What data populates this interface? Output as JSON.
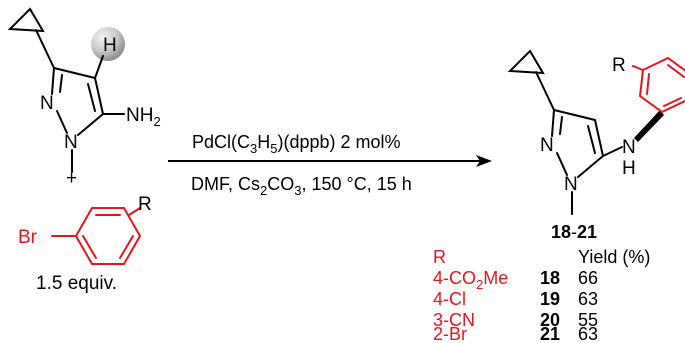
{
  "colors": {
    "black": "#000000",
    "accent": "#e8141a",
    "sphere_light": "#f2f2f2",
    "sphere_dark": "#9a9a9a"
  },
  "reactant_pyrazole": {
    "h_label": "H",
    "n2_label": "N",
    "n1_label": "N",
    "nh2_main": "NH",
    "nh2_sub": "2"
  },
  "plus_sign": "+",
  "bromoarene": {
    "br_label": "Br",
    "r_label": "R",
    "equiv_label": "1.5 equiv."
  },
  "conditions": {
    "catalyst_main": "PdCl(C",
    "catalyst_sub1": "3",
    "catalyst_mid": "H",
    "catalyst_sub2": "5",
    "catalyst_tail": ")(dppb)  2 mol%",
    "solvent_main": "DMF, Cs",
    "solvent_sub1": "2",
    "solvent_mid": "CO",
    "solvent_sub2": "3",
    "solvent_tail": ", 150 °C, 15 h"
  },
  "product": {
    "r_label": "R",
    "n2_label": "N",
    "n1_label": "N",
    "nh_n": "N",
    "nh_h": "H",
    "compound_start": "18",
    "compound_dash": "-",
    "compound_end": "21"
  },
  "yield_table": {
    "header_r": "R",
    "header_yield": "Yield (%)",
    "rows": [
      {
        "r_main": "4-CO",
        "r_sub": "2",
        "r_tail": "Me",
        "compound": "18",
        "yield": "66"
      },
      {
        "r_main": "4-Cl",
        "r_sub": "",
        "r_tail": "",
        "compound": "19",
        "yield": "63"
      },
      {
        "r_main": "3-CN",
        "r_sub": "",
        "r_tail": "",
        "compound": "20",
        "yield": "55"
      },
      {
        "r_main": "2-Br",
        "r_sub": "",
        "r_tail": "",
        "compound": "21",
        "yield": "63"
      }
    ]
  }
}
